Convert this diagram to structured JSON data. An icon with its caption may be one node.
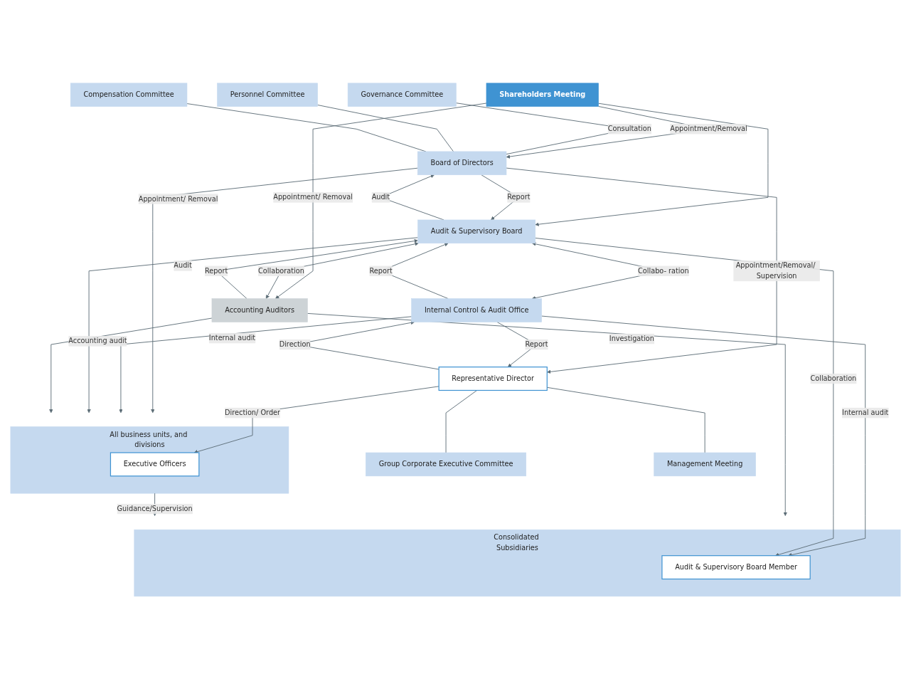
{
  "diagram": {
    "nodes": [
      {
        "text": [
          "Shareholders Meeting"
        ]
      },
      {
        "text": [
          "Governance Committee"
        ]
      },
      {
        "text": [
          "Personnel Committee"
        ]
      },
      {
        "text": [
          "Compensation Committee"
        ]
      },
      {
        "text": [
          "Board of Directors"
        ]
      },
      {
        "text": [
          "Audit & Supervisory Board"
        ]
      },
      {
        "text": [
          "Accounting Auditors"
        ]
      },
      {
        "text": [
          "Representative Director"
        ]
      },
      {
        "text": [
          "Internal Control & Audit Office"
        ]
      },
      {
        "text": [
          "Group Corporate Executive Committee"
        ]
      },
      {
        "text": [
          "Management Meeting"
        ]
      },
      {
        "text": [
          "All business units, and divisions"
        ]
      },
      {
        "text": [
          "Executive Officers"
        ],
        "in": 11
      },
      {
        "text": [
          "Consolidated Subsidiaries"
        ]
      },
      {
        "text": [
          "Audit & Supervisory Board Member"
        ],
        "in": 13
      }
    ],
    "edges": [
      {
        "from": 0,
        "to": 4,
        "arrow": "to",
        "label": "Appointment/Removal"
      },
      {
        "from": 0,
        "to": 5,
        "arrow": "to"
      },
      {
        "from": 0,
        "to": 6,
        "arrow": "to",
        "label": "Appointment/ Removal"
      },
      {
        "from": 1,
        "to": 4,
        "arrow": "none",
        "label": "Consultation"
      },
      {
        "from": 2,
        "to": 4,
        "arrow": "none"
      },
      {
        "from": 3,
        "to": 4,
        "arrow": "none"
      },
      {
        "from": 4,
        "to": 5,
        "arrow": "to",
        "label": "Report"
      },
      {
        "from": 5,
        "to": 4,
        "arrow": "to",
        "label": "Audit"
      },
      {
        "from": 6,
        "to": 5,
        "arrow": "to",
        "label": "Report"
      },
      {
        "from": 5,
        "to": 6,
        "arrow": "both",
        "label": "Collaboration"
      },
      {
        "from": 4,
        "to": 7,
        "arrow": "to",
        "label": "Appointment/Removal/ Supervision"
      },
      {
        "from": 8,
        "to": 5,
        "arrow": "to",
        "label": "Report"
      },
      {
        "from": 5,
        "to": 8,
        "arrow": "both",
        "label": "Collabo- ration"
      },
      {
        "from": 8,
        "to": 7,
        "arrow": "to",
        "label": "Report"
      },
      {
        "from": 7,
        "to": 8,
        "arrow": "to",
        "label": "Direction"
      },
      {
        "from": 4,
        "to": 11,
        "arrow": "to",
        "label": "Appointment/ Removal"
      },
      {
        "from": 7,
        "to": 9,
        "arrow": "none"
      },
      {
        "from": 7,
        "to": 10,
        "arrow": "none"
      },
      {
        "from": 7,
        "to": 12,
        "arrow": "to",
        "label": "Direction/ Order"
      },
      {
        "from": 8,
        "to": 11,
        "arrow": "to",
        "label": "Internal audit"
      },
      {
        "from": 8,
        "to": 14,
        "arrow": "to",
        "label": "Internal audit"
      },
      {
        "from": 5,
        "to": 11,
        "arrow": "to",
        "label": "Audit"
      },
      {
        "from": 5,
        "to": 14,
        "arrow": "to",
        "label": "Collaboration"
      },
      {
        "from": 6,
        "to": 11,
        "arrow": "to",
        "label": "Accounting audit"
      },
      {
        "from": 6,
        "to": 13,
        "arrow": "to",
        "label": "Investigation"
      },
      {
        "from": 11,
        "to": 13,
        "arrow": "to",
        "label": "Guidance/Supervision"
      }
    ]
  }
}
